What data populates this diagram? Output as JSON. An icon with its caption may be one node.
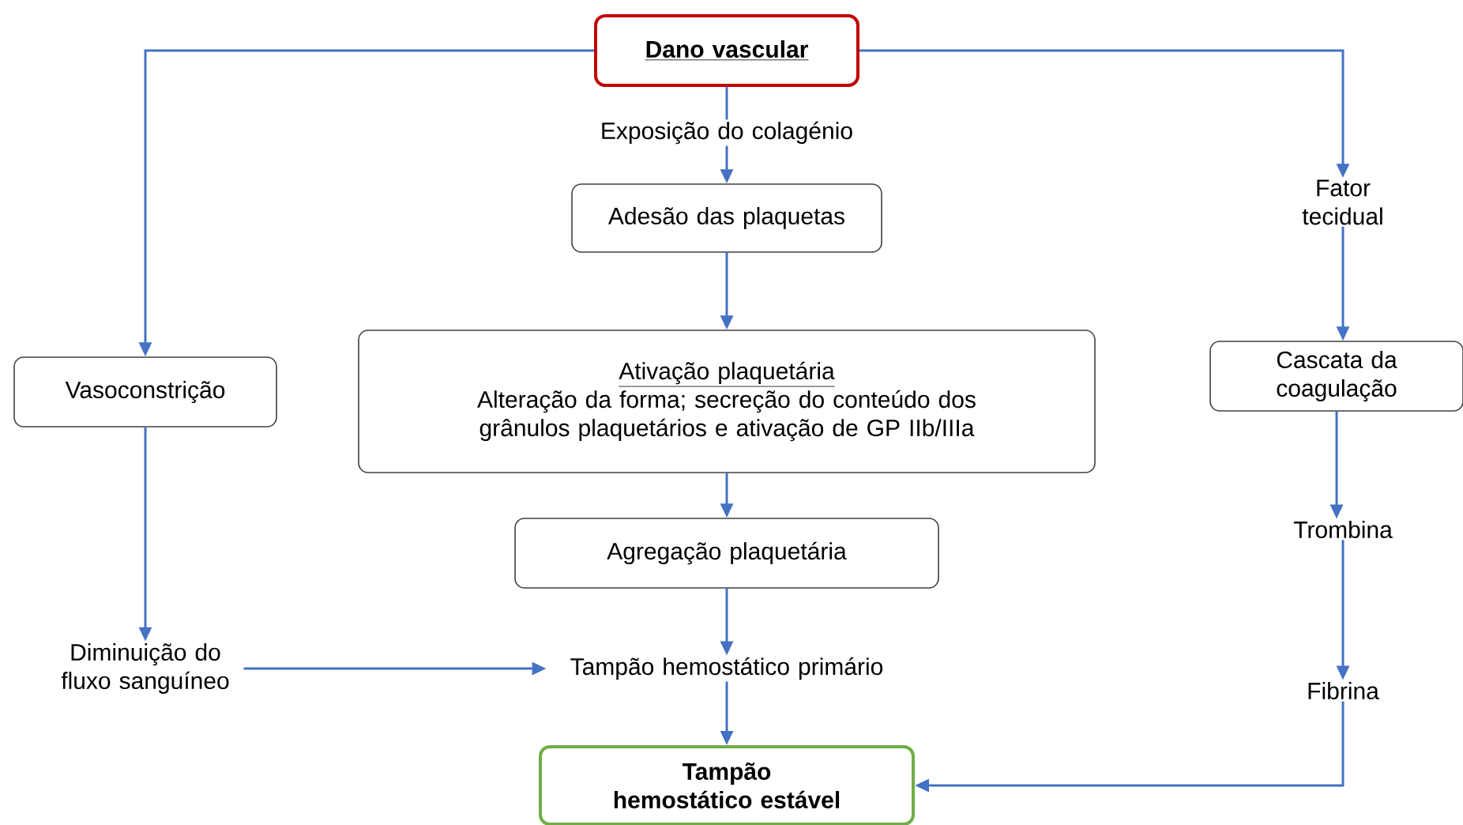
{
  "diagram": {
    "nodes": [
      {
        "text": [
          "Dano vascular"
        ]
      },
      {
        "text": [
          "Exposição do colagénio"
        ]
      },
      {
        "text": [
          "Adesão das plaquetas"
        ]
      },
      {
        "text": [
          "Ativação plaquetária",
          "Alteração da forma; secreção do conteúdo dos grânulos plaquetários e ativação de GP IIb/IIIa"
        ]
      },
      {
        "text": [
          "Agregação plaquetária"
        ]
      },
      {
        "text": [
          "Tampão hemostático primário"
        ]
      },
      {
        "text": [
          "Tampão hemostático estável"
        ]
      },
      {
        "text": [
          "Vasoconstrição"
        ]
      },
      {
        "text": [
          "Diminuição do fluxo sanguíneo"
        ]
      },
      {
        "text": [
          "Fator tecidual"
        ]
      },
      {
        "text": [
          "Cascata da coagulação"
        ]
      },
      {
        "text": [
          "Trombina"
        ]
      },
      {
        "text": [
          "Fibrina"
        ]
      }
    ],
    "edges": [
      {
        "from": 0,
        "to": 7,
        "arrow": "to"
      },
      {
        "from": 0,
        "to": 1,
        "arrow": "none"
      },
      {
        "from": 1,
        "to": 2,
        "arrow": "to"
      },
      {
        "from": 2,
        "to": 3,
        "arrow": "to"
      },
      {
        "from": 3,
        "to": 4,
        "arrow": "to"
      },
      {
        "from": 4,
        "to": 5,
        "arrow": "to"
      },
      {
        "from": 5,
        "to": 6,
        "arrow": "to"
      },
      {
        "from": 7,
        "to": 8,
        "arrow": "to"
      },
      {
        "from": 8,
        "to": 5,
        "arrow": "to"
      },
      {
        "from": 0,
        "to": 9,
        "arrow": "to"
      },
      {
        "from": 9,
        "to": 10,
        "arrow": "to"
      },
      {
        "from": 10,
        "to": 11,
        "arrow": "to"
      },
      {
        "from": 11,
        "to": 12,
        "arrow": "to"
      },
      {
        "from": 12,
        "to": 6,
        "arrow": "to"
      }
    ]
  }
}
